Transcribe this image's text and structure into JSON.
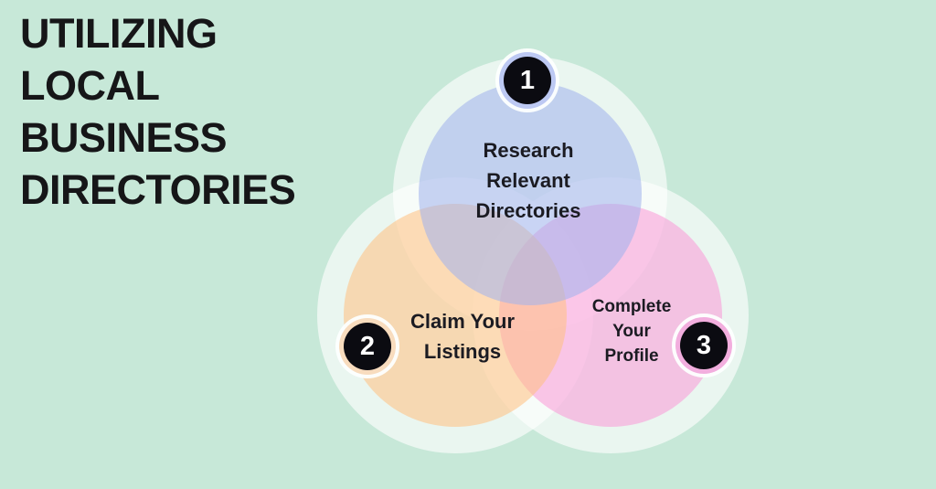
{
  "background_color": "#c7e8d8",
  "title": {
    "text": "UTILIZING LOCAL BUSINESS DIRECTORIES",
    "lines": [
      "UTILIZING",
      "LOCAL",
      "BUSINESS",
      "DIRECTORIES"
    ],
    "color": "#161618"
  },
  "venn": {
    "type": "venn-diagram",
    "halo_color": "#ffffff",
    "label_text_color": "#1b1b22",
    "badge_background": "#0b0b11",
    "badge_number_color": "#ffffff",
    "steps": [
      {
        "number": "1",
        "label": "Research Relevant Directories",
        "lines": [
          "Research",
          "Relevant",
          "Directories"
        ],
        "circle_color": "#c3d1ef",
        "ring_color": "#bdc9f3",
        "position": "top"
      },
      {
        "number": "2",
        "label": "Claim Your Listings",
        "lines": [
          "Claim Your",
          "Listings"
        ],
        "circle_color": "#fad8b3",
        "ring_color": "#f8dcbe",
        "position": "bottom-left"
      },
      {
        "number": "3",
        "label": "Complete Your Profile",
        "lines": [
          "Complete",
          "Your",
          "Profile"
        ],
        "circle_color": "#f4c2e1",
        "ring_color": "#f2aede",
        "position": "bottom-right"
      }
    ],
    "overlap_colors": {
      "top_and_left": "#c6c4d2",
      "top_and_right": "#c3b8e8",
      "left_and_right": "#f8d2c0",
      "center": "#c9c2cd"
    }
  }
}
